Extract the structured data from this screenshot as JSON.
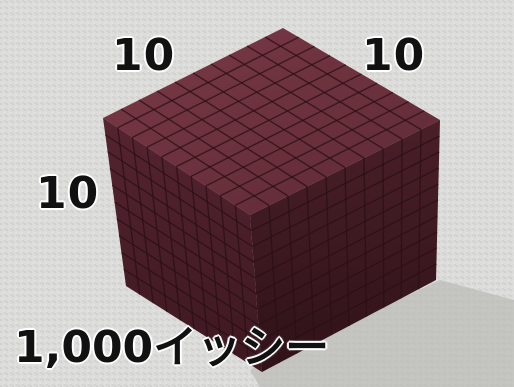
{
  "scene": {
    "description_free": true,
    "labels": {
      "top_left": "10",
      "top_right": "10",
      "left": "10",
      "bottom": "1,000イッシー"
    },
    "colors": {
      "floor": "#d9d9d7",
      "cube_top": "#6e3340",
      "cube_left": "#4a1f28",
      "cube_right": "#3a1820",
      "grout": "#2a0f15",
      "text": "#111111"
    }
  }
}
